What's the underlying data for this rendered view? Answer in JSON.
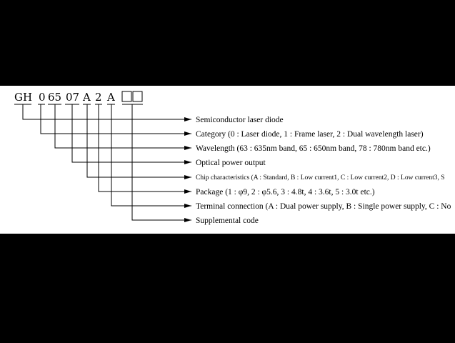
{
  "model_code": {
    "segments": [
      "GH",
      "0",
      "65",
      "07",
      "A",
      "2",
      "A"
    ],
    "blank_boxes": 2
  },
  "descriptions": [
    "Semiconductor laser diode",
    "Category (0 : Laser diode, 1 : Frame laser, 2 : Dual wavelength laser)",
    "Wavelength (63 : 635nm band, 65 : 650nm band, 78 : 780nm band etc.)",
    "Optical power output",
    "Chip characteristics (A : Standard, B : Low current1, C : Low current2, D : Low current3, S",
    "Package (1 : φ9, 2 : φ5.6, 3 : 4.8t, 4 : 3.6t, 5 : 3.0t  etc.)",
    "Terminal connection (A : Dual power supply, B : Single power supply, C : No",
    "Supplemental code"
  ],
  "colors": {
    "background": "#000000",
    "panel": "#ffffff",
    "ink": "#000000"
  }
}
